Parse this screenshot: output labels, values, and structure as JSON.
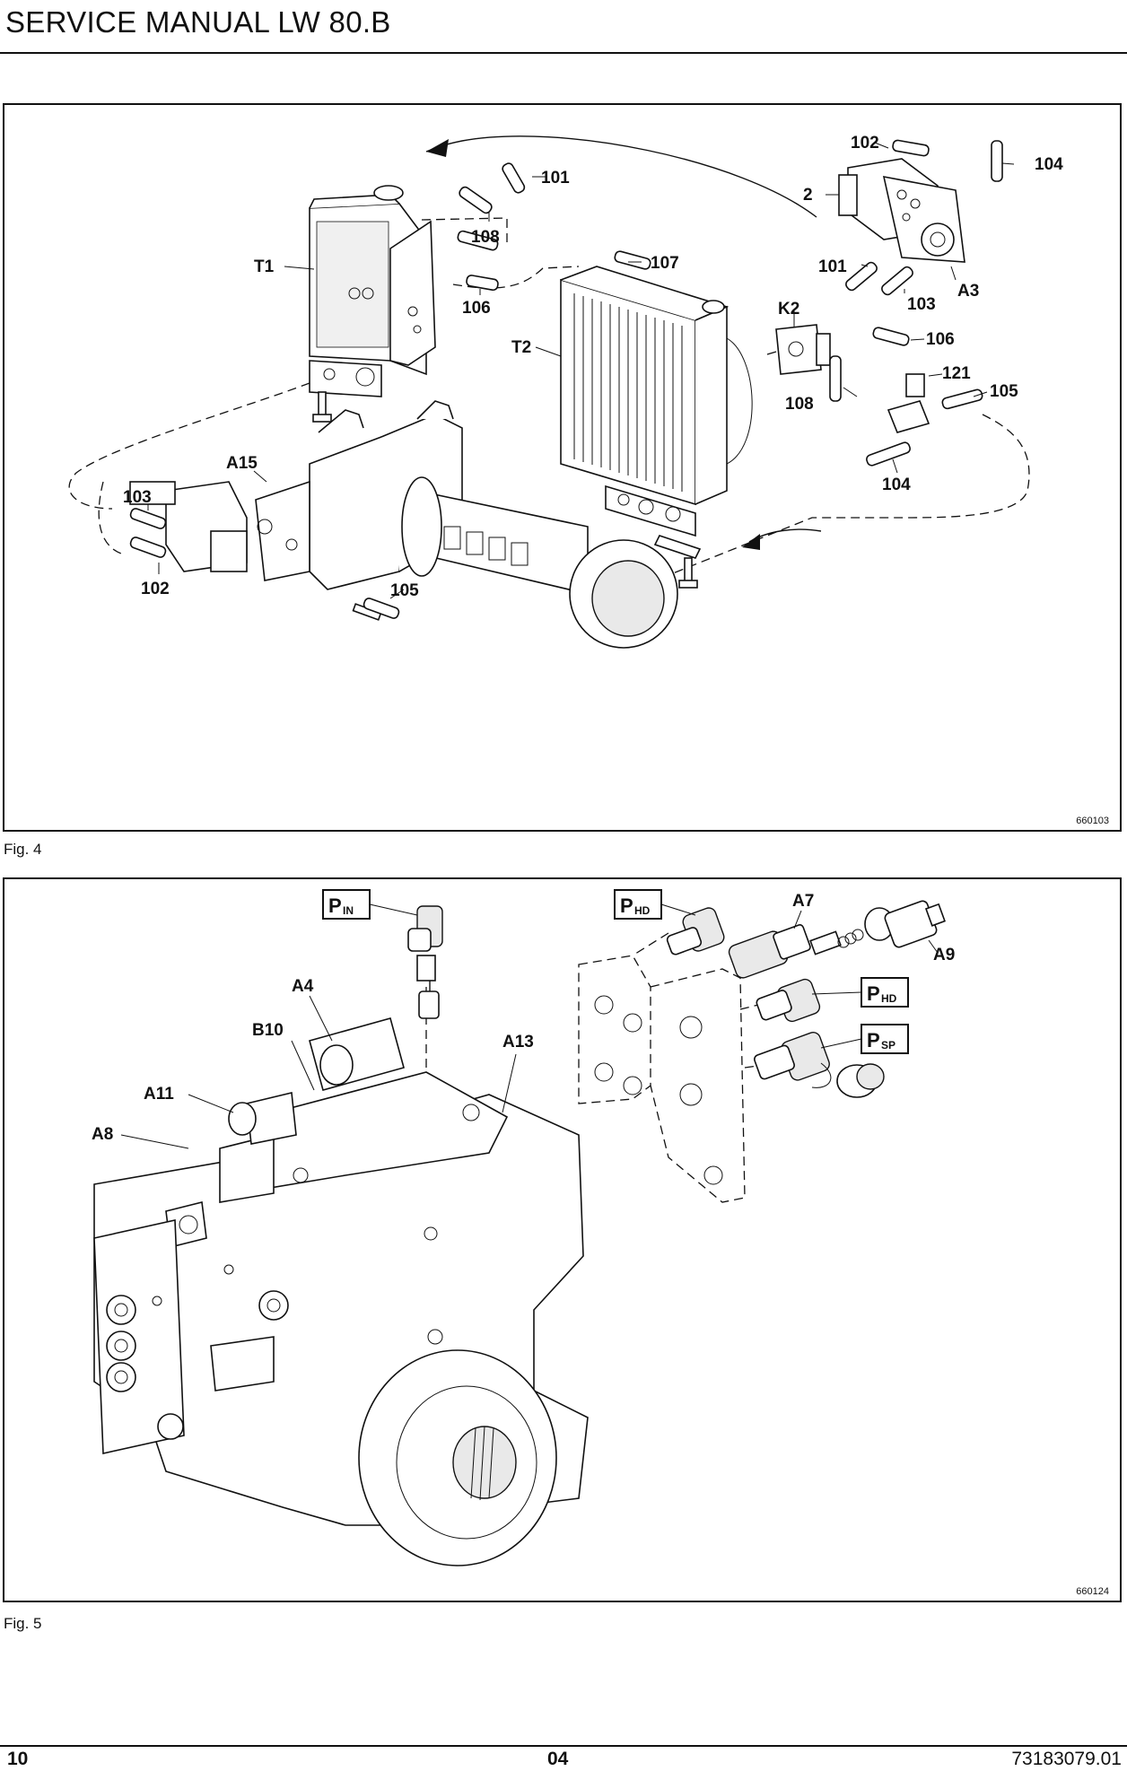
{
  "header": {
    "title": "SERVICE MANUAL LW 80.B"
  },
  "figure4": {
    "caption": "Fig. 4",
    "drawing_code": "660103",
    "callouts": {
      "c101a": "101",
      "c108a": "108",
      "c107": "107",
      "c106a": "106",
      "T1": "T1",
      "T2": "T2",
      "c102a": "102",
      "c104a": "104",
      "c2": "2",
      "c101b": "101",
      "A3": "A3",
      "c103a": "103",
      "K2": "K2",
      "c106b": "106",
      "c121": "121",
      "c105a": "105",
      "c108b": "108",
      "c104b": "104",
      "A15": "A15",
      "c103b": "103",
      "c102b": "102",
      "c105b": "105"
    }
  },
  "figure5": {
    "caption": "Fig. 5",
    "drawing_code": "660124",
    "callouts": {
      "A4": "A4",
      "B10": "B10",
      "A13": "A13",
      "A11": "A11",
      "A8": "A8",
      "A7": "A7",
      "A9": "A9"
    },
    "boxed_labels": {
      "pin": {
        "main": "P",
        "sub": "IN"
      },
      "phd1": {
        "main": "P",
        "sub": "HD"
      },
      "phd2": {
        "main": "P",
        "sub": "HD"
      },
      "psp": {
        "main": "P",
        "sub": "SP"
      }
    }
  },
  "footer": {
    "page_number": "10",
    "section": "04",
    "doc_number": "73183079.01"
  }
}
